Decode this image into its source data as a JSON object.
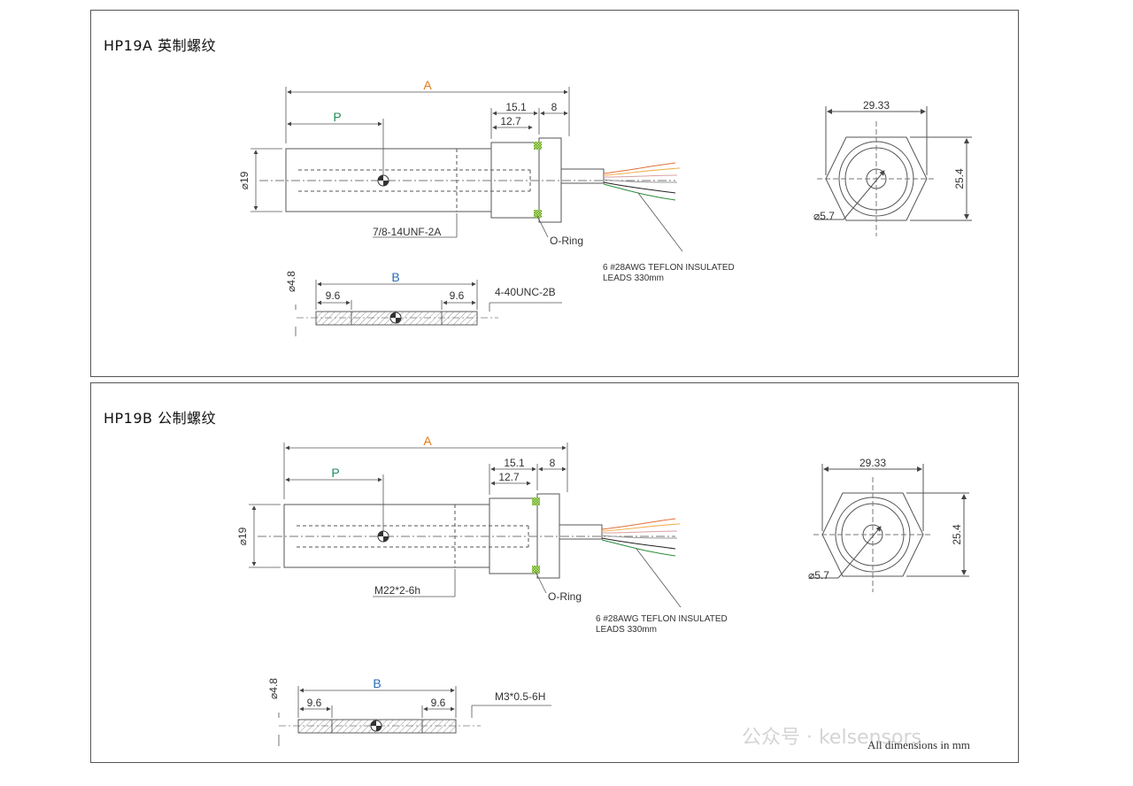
{
  "panels": [
    {
      "title": "HP19A  英制螺纹",
      "dim_A": "A",
      "dim_P": "P",
      "dim_15_1": "15.1",
      "dim_12_7": "12.7",
      "dim_8": "8",
      "dim_19": "⌀19",
      "thread": "7/8-14UNF-2A",
      "oring": "O-Ring",
      "leads_line1": "6 #28AWG TEFLON INSULATED",
      "leads_line2": "LEADS 330mm",
      "dim_29_33": "29.33",
      "dim_25_4": "25.4",
      "dim_5_7": "⌀5.7",
      "dim_B": "B",
      "dim_4_8": "⌀4.8",
      "dim_9_6_left": "9.6",
      "dim_9_6_right": "9.6",
      "rod_thread": "4-40UNC-2B"
    },
    {
      "title": "HP19B  公制螺纹",
      "dim_A": "A",
      "dim_P": "P",
      "dim_15_1": "15.1",
      "dim_12_7": "12.7",
      "dim_8": "8",
      "dim_19": "⌀19",
      "thread": "M22*2-6h",
      "oring": "O-Ring",
      "leads_line1": "6 #28AWG TEFLON INSULATED",
      "leads_line2": "LEADS 330mm",
      "dim_29_33": "29.33",
      "dim_25_4": "25.4",
      "dim_5_7": "⌀5.7",
      "dim_B": "B",
      "dim_4_8": "⌀4.8",
      "dim_9_6_left": "9.6",
      "dim_9_6_right": "9.6",
      "rod_thread": "M3*0.5-6H"
    }
  ],
  "footer": {
    "note": "All dimensions in mm",
    "watermark": "公众号 · kelsensors"
  },
  "colors": {
    "orange": "#e07b1a",
    "green": "#1f8c5a",
    "blue": "#2a6db5",
    "oring": "#9acd32"
  },
  "wire_colors": [
    "#e0703a",
    "#f0b050",
    "#d9a0a0",
    "#222222",
    "#2a8c3a",
    "#6aa84f"
  ]
}
